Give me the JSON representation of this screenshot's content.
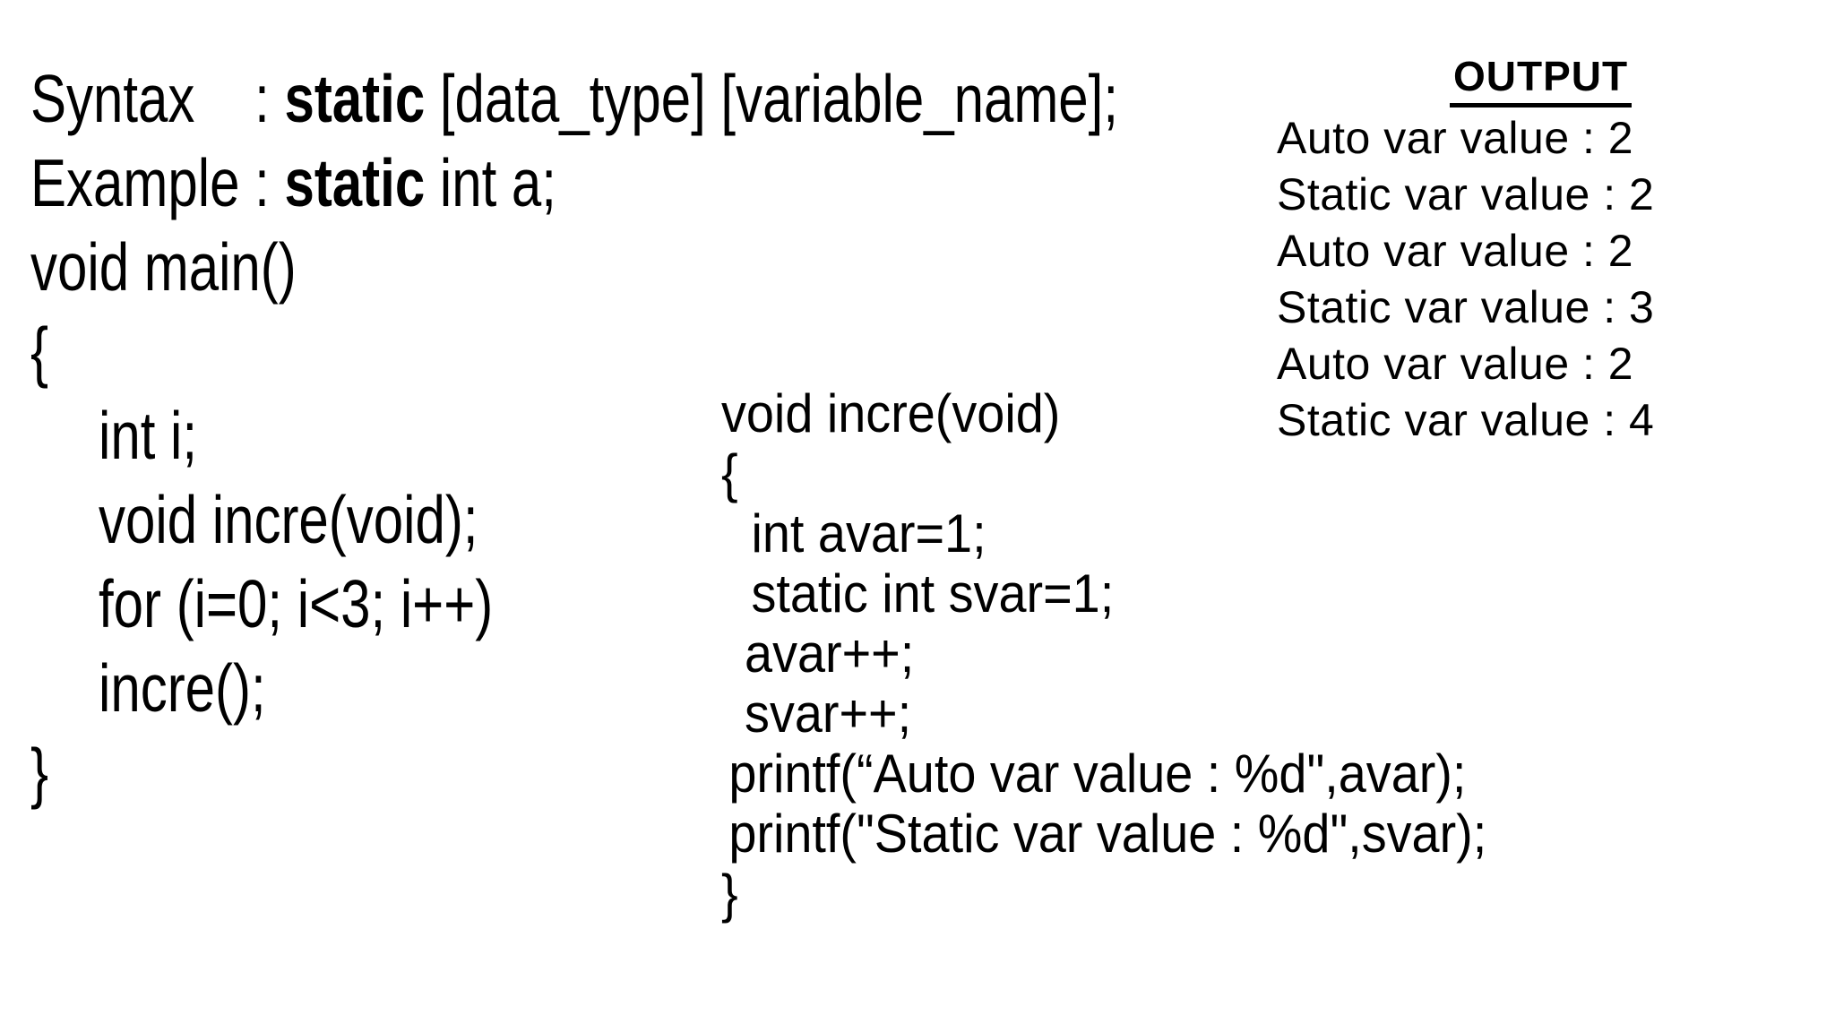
{
  "page": {
    "background": "#ffffff",
    "text_color": "#000000"
  },
  "main_code": {
    "lines": [
      {
        "indent": 0,
        "segments": [
          {
            "text": "Syntax    : ",
            "bold": false
          },
          {
            "text": "static",
            "bold": true
          },
          {
            "text": " [data_type] [variable_name];",
            "bold": false
          }
        ]
      },
      {
        "indent": 0,
        "segments": [
          {
            "text": "Example : ",
            "bold": false
          },
          {
            "text": "static",
            "bold": true
          },
          {
            "text": " int a;",
            "bold": false
          }
        ]
      },
      {
        "indent": 0,
        "segments": [
          {
            "text": "void main()",
            "bold": false
          }
        ]
      },
      {
        "indent": 0,
        "segments": [
          {
            "text": "{",
            "bold": false
          }
        ]
      },
      {
        "indent": 1,
        "segments": [
          {
            "text": "int i;",
            "bold": false
          }
        ]
      },
      {
        "indent": 1,
        "segments": [
          {
            "text": "void incre(void);",
            "bold": false
          }
        ]
      },
      {
        "indent": 1,
        "segments": [
          {
            "text": "for (i=0; i<3; i++)",
            "bold": false
          }
        ]
      },
      {
        "indent": 1,
        "segments": [
          {
            "text": "incre();",
            "bold": false
          }
        ]
      },
      {
        "indent": 0,
        "segments": [
          {
            "text": "}",
            "bold": false
          }
        ]
      }
    ]
  },
  "incre_function_code": {
    "lines": [
      {
        "indent": 0,
        "segments": [
          {
            "text": "void incre(void)",
            "bold": false
          }
        ]
      },
      {
        "indent": 0,
        "segments": [
          {
            "text": "{",
            "bold": false
          }
        ]
      },
      {
        "indent": 3,
        "segments": [
          {
            "text": "int avar=1;",
            "bold": false
          }
        ]
      },
      {
        "indent": 3,
        "segments": [
          {
            "text": "static int svar=1;",
            "bold": false
          }
        ]
      },
      {
        "indent": 2,
        "segments": [
          {
            "text": "avar++;",
            "bold": false
          }
        ]
      },
      {
        "indent": 2,
        "segments": [
          {
            "text": "svar++;",
            "bold": false
          }
        ]
      },
      {
        "indent": 1,
        "segments": [
          {
            "text": "printf(“Auto var value : %d\",avar);",
            "bold": false
          }
        ]
      },
      {
        "indent": 1,
        "segments": [
          {
            "text": "printf(\"Static var value : %d\",svar);",
            "bold": false
          }
        ]
      },
      {
        "indent": 0,
        "segments": [
          {
            "text": "}",
            "bold": false
          }
        ]
      }
    ]
  },
  "output_panel": {
    "title": "OUTPUT",
    "lines": [
      "Auto var value : 2",
      "Static var value : 2",
      "Auto var value : 2",
      "Static var value : 3",
      "Auto var value : 2",
      "Static var value : 4"
    ]
  }
}
